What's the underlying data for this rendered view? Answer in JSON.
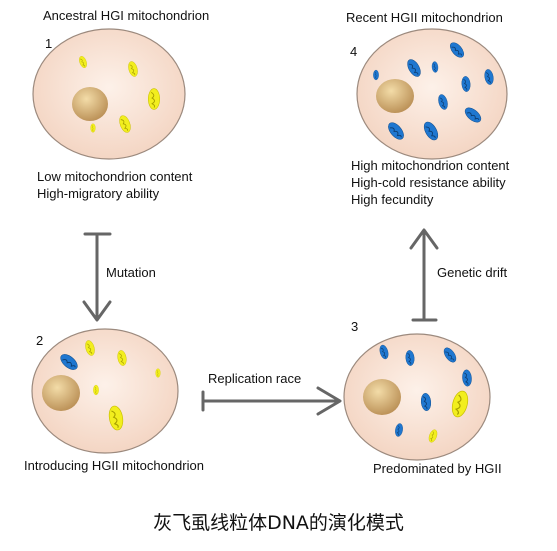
{
  "stages": [
    {
      "number": "1",
      "title": "Ancestral HGI mitochondrion",
      "description": [
        "Low mitochondrion content",
        "High-migratory ability"
      ]
    },
    {
      "number": "2",
      "title": "",
      "description": [
        "Introducing HGII mitochondrion"
      ]
    },
    {
      "number": "3",
      "title": "",
      "description": [
        "Predominated by HGII"
      ]
    },
    {
      "number": "4",
      "title": "Recent HGII mitochondrion",
      "description": [
        "High mitochondrion content",
        "High-cold resistance ability",
        "High fecundity"
      ]
    }
  ],
  "transitions": [
    {
      "label": "Mutation"
    },
    {
      "label": "Replication race"
    },
    {
      "label": "Genetic drift"
    }
  ],
  "caption": "灰飞虱线粒体DNA的演化模式",
  "colors": {
    "cell_fill": "#f6dccb",
    "cell_border": "#9c8a7e",
    "nucleus": "#c9a36f",
    "hgi_mitochondrion": "#f2ee1e",
    "hgii_mitochondrion": "#1f77d0",
    "arrow": "#666666"
  }
}
